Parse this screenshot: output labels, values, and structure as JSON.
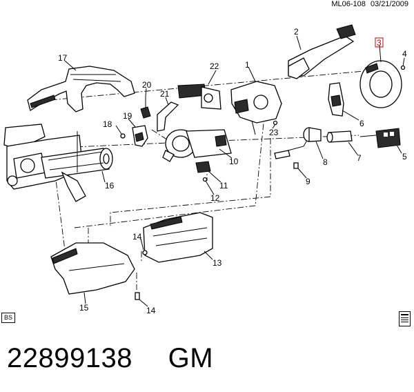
{
  "header": {
    "diagram_code": "ML06-108",
    "date": "03/21/2009"
  },
  "callouts": [
    "1",
    "2",
    "3",
    "4",
    "5",
    "6",
    "7",
    "8",
    "9",
    "10",
    "11",
    "12",
    "13",
    "14",
    "14",
    "15",
    "16",
    "17",
    "18",
    "19",
    "20",
    "21",
    "22",
    "23"
  ],
  "highlighted_callout": "3",
  "highlight_color": "#c00000",
  "badge": {
    "label": "BS"
  },
  "icons": {
    "manual": "manual-book-icon"
  },
  "footer": {
    "part_number": "22899138",
    "make": "GM"
  }
}
